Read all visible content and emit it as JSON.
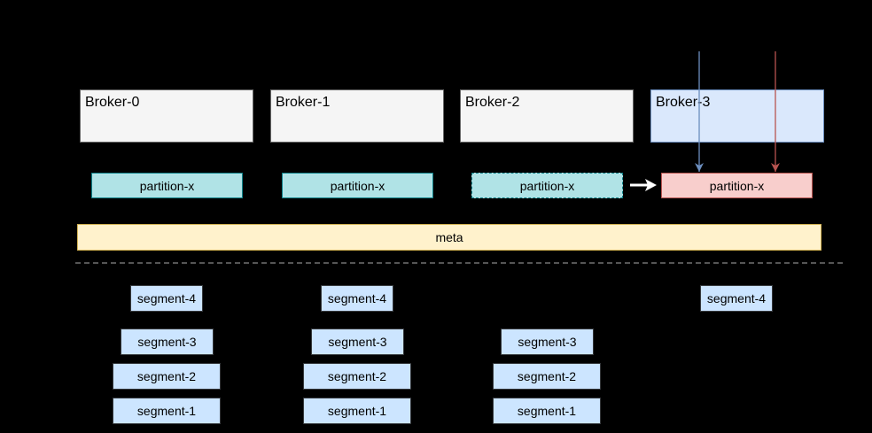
{
  "brokers": [
    {
      "label": "Broker-0",
      "fill": "#f5f5f5"
    },
    {
      "label": "Broker-1",
      "fill": "#f5f5f5"
    },
    {
      "label": "Broker-2",
      "fill": "#f5f5f5"
    },
    {
      "label": "Broker-3",
      "fill": "#dae8fc"
    }
  ],
  "partitions": [
    {
      "label": "partition-x",
      "fill": "#b0e3e6"
    },
    {
      "label": "partition-x",
      "fill": "#b0e3e6"
    },
    {
      "label": "partition-x",
      "fill": "#b0e3e6",
      "border": "dashed"
    },
    {
      "label": "partition-x",
      "fill": "#f8cecc"
    }
  ],
  "meta": {
    "label": "meta",
    "fill": "#fff2cc"
  },
  "segments": {
    "col0": [
      "segment-4",
      "segment-3",
      "segment-2",
      "segment-1"
    ],
    "col1": [
      "segment-4",
      "segment-3",
      "segment-2",
      "segment-1"
    ],
    "col2": [
      "segment-3",
      "segment-2",
      "segment-1"
    ],
    "col3": [
      "segment-4"
    ]
  },
  "colors": {
    "segment_fill": "#cce5ff",
    "arrow_blue": "#6c8ebf",
    "arrow_red": "#b85450",
    "divider": "#555555"
  }
}
